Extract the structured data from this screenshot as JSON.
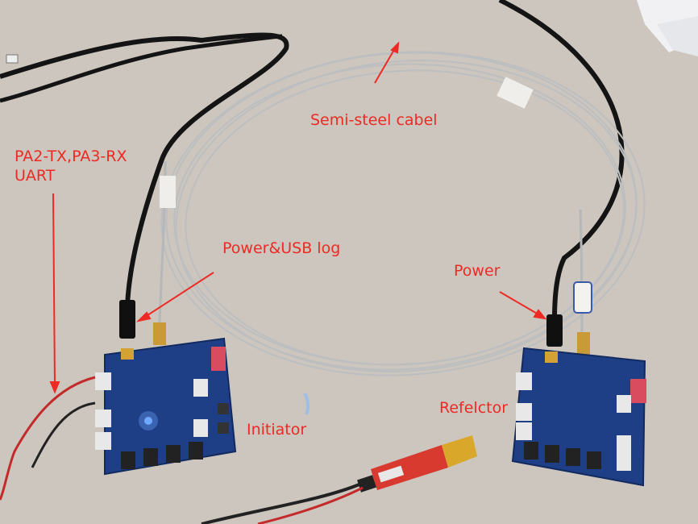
{
  "labels": {
    "semi_steel_cable": "Semi-steel cabel",
    "uart_line1": "PA2-TX,PA3-RX",
    "uart_line2": "UART",
    "power_usb_log": "Power&USB log",
    "power": "Power",
    "reflector": "Refelctor",
    "initiator": "Initiator"
  },
  "colors": {
    "annotation": "#ee2a24",
    "desk": "#d3cdc4",
    "pcb": "#1e3f86",
    "cable_black": "#141414",
    "cable_steel": "#b9bbbd",
    "usb_dongle": "#d83a30",
    "usb_connector": "#d9a82a"
  }
}
